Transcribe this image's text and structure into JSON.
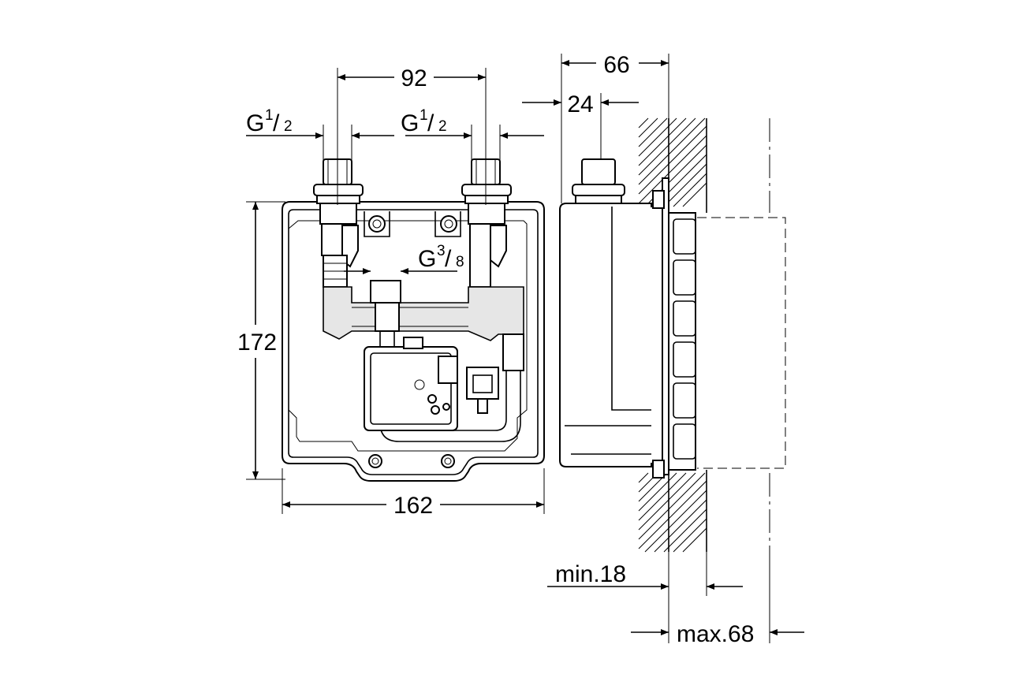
{
  "dimensions": {
    "connection_spacing": "92",
    "thread_left": "G",
    "thread_left_num": "1",
    "thread_left_den": "2",
    "thread_right": "G",
    "thread_right_num": "1",
    "thread_right_den": "2",
    "thread_mid": "G",
    "thread_mid_num": "3",
    "thread_mid_den": "8",
    "height": "172",
    "width": "162",
    "depth": "66",
    "offset": "24",
    "min_wall": "min.18",
    "max_wall": "max.68"
  },
  "colors": {
    "line": "#000000",
    "background": "#ffffff",
    "shade": "#e6e6e6"
  }
}
